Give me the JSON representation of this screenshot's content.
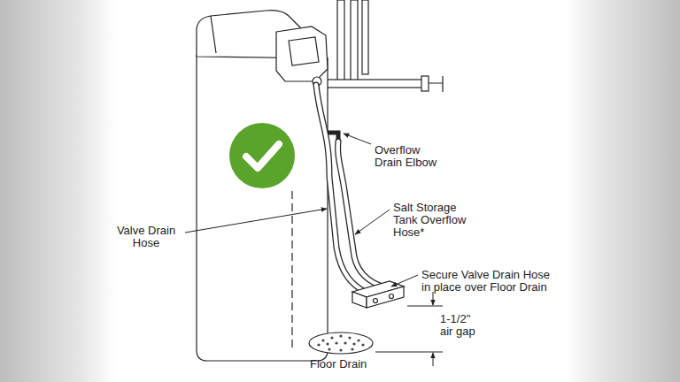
{
  "diagram": {
    "labels": [
      "Overflow Drain Elbow",
      "Valve Drain Hose",
      "Salt Storage Tank Overflow Hose*",
      "Secure Valve Drain Hose in place over Floor Drain",
      "1-1/2\" air gap",
      "Floor Drain"
    ]
  }
}
